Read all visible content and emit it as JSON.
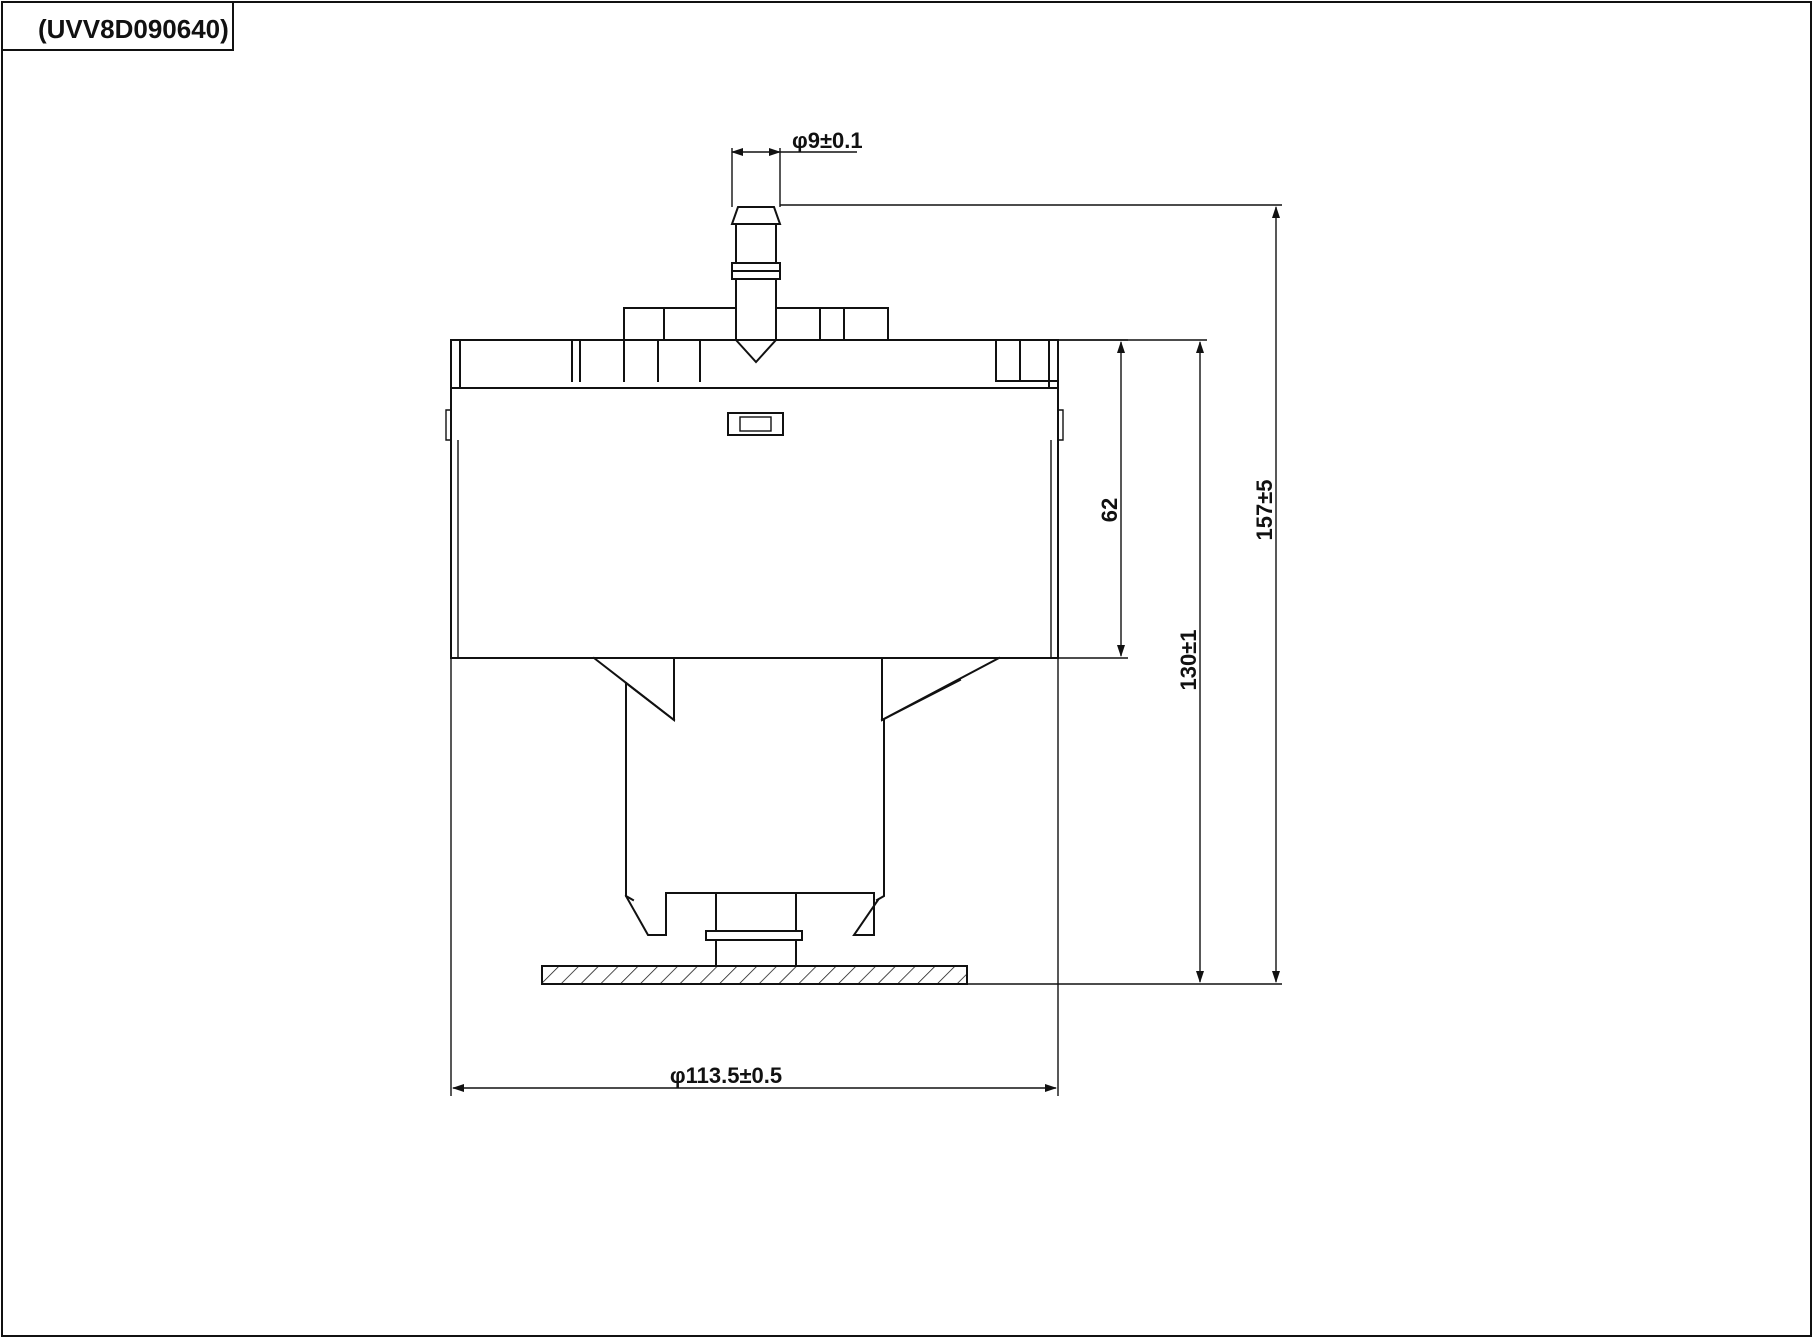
{
  "title_block": {
    "part_number": "(UVV8D090640)"
  },
  "dimensions": {
    "outlet_diameter": "φ9±0.1",
    "flange_height": "62",
    "body_height": "130±1",
    "overall_height": "157±5",
    "flange_diameter": "φ113.5±0.5"
  },
  "colors": {
    "line": "#111111",
    "background": "#ffffff"
  }
}
